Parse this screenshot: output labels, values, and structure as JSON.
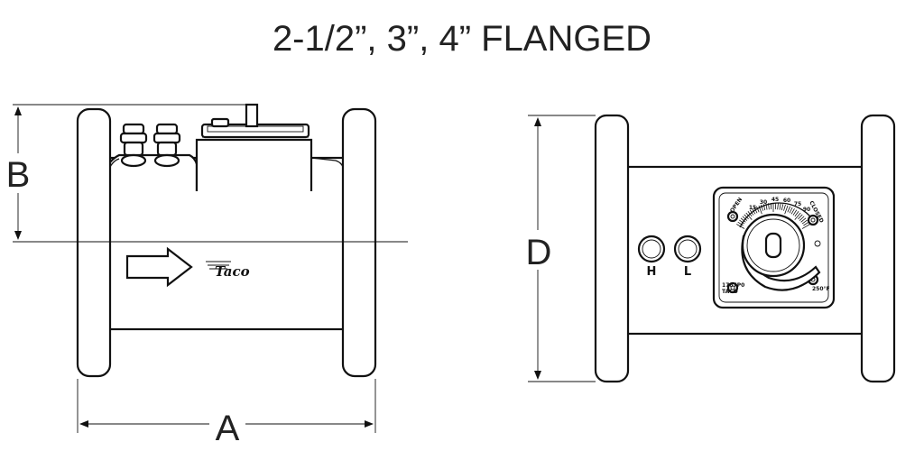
{
  "title": "2-1/2”, 3”, 4” FLANGED",
  "dimensions": {
    "a": "A",
    "b": "B",
    "d": "D"
  },
  "brand": "Taco",
  "ports": {
    "high": "H",
    "low": "L"
  },
  "dial": {
    "open": "OPEN",
    "closed": "CLOSED",
    "scale": [
      "15",
      "30",
      "45",
      "60",
      "75",
      "90"
    ],
    "model_line1": "1787P0",
    "model_line2": "TACO",
    "temp": "250°F"
  }
}
